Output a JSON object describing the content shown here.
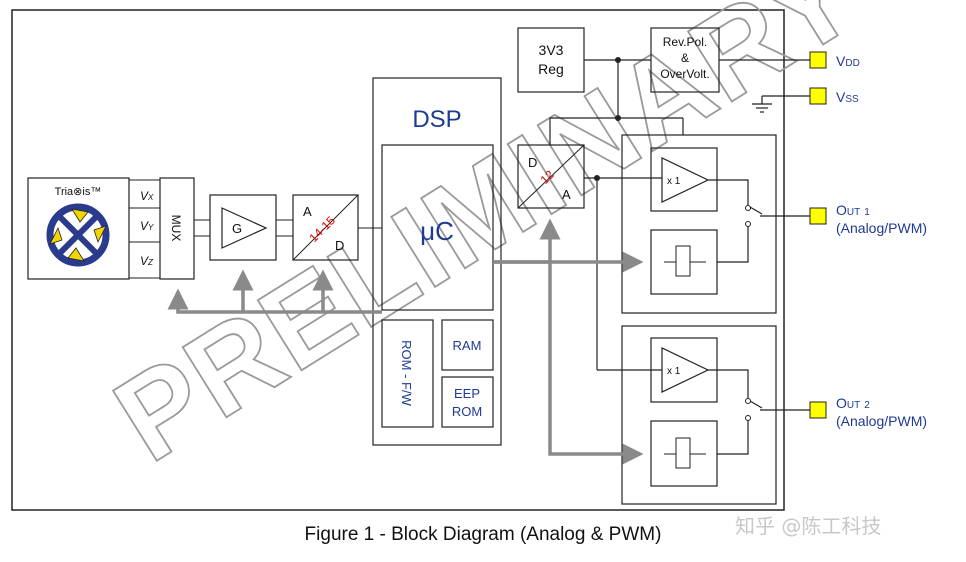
{
  "labels": {
    "sensor": "Tria⊗is™",
    "vx": "V",
    "vx_sub": "X",
    "vy": "V",
    "vy_sub": "Y",
    "vz": "V",
    "vz_sub": "Z",
    "mux": "MUX",
    "amp": "G",
    "adc_a": "A",
    "adc_d": "D",
    "adc_bits": "14-15",
    "dsp": "DSP",
    "uc": "μC",
    "rom": "ROM - F/W",
    "ram": "RAM",
    "eep_1": "EEP",
    "eep_2": "ROM",
    "reg_1": "3V3",
    "reg_2": "Reg",
    "prot_1": "Rev.Pol.",
    "prot_2": "&",
    "prot_3": "OverVolt.",
    "dac_d": "D",
    "dac_a": "A",
    "dac_bits": "12",
    "buf1": "x 1",
    "buf2": "x 1",
    "vdd": "V",
    "vdd_sub": "DD",
    "vss": "V",
    "vss_sub": "SS",
    "out1_a": "O",
    "out1_b": "UT",
    "out1_num": "1",
    "out1_mode": "(Analog/PWM)",
    "out2_a": "O",
    "out2_b": "UT",
    "out2_num": "2",
    "out2_mode": "(Analog/PWM)",
    "watermark": "PRELIMINARY"
  },
  "caption": "Figure 1 - Block Diagram (Analog & PWM)",
  "credit": "知乎 @陈工科技",
  "colors": {
    "line": "#222222",
    "gray_arrow": "#8a8a8a",
    "pin": "#ffff00",
    "red_bits": "#e00000",
    "dsp_blue": "#1f3a93",
    "sensor_ring": "#2a3a8c",
    "sensor_arrow": "#f2d400"
  }
}
